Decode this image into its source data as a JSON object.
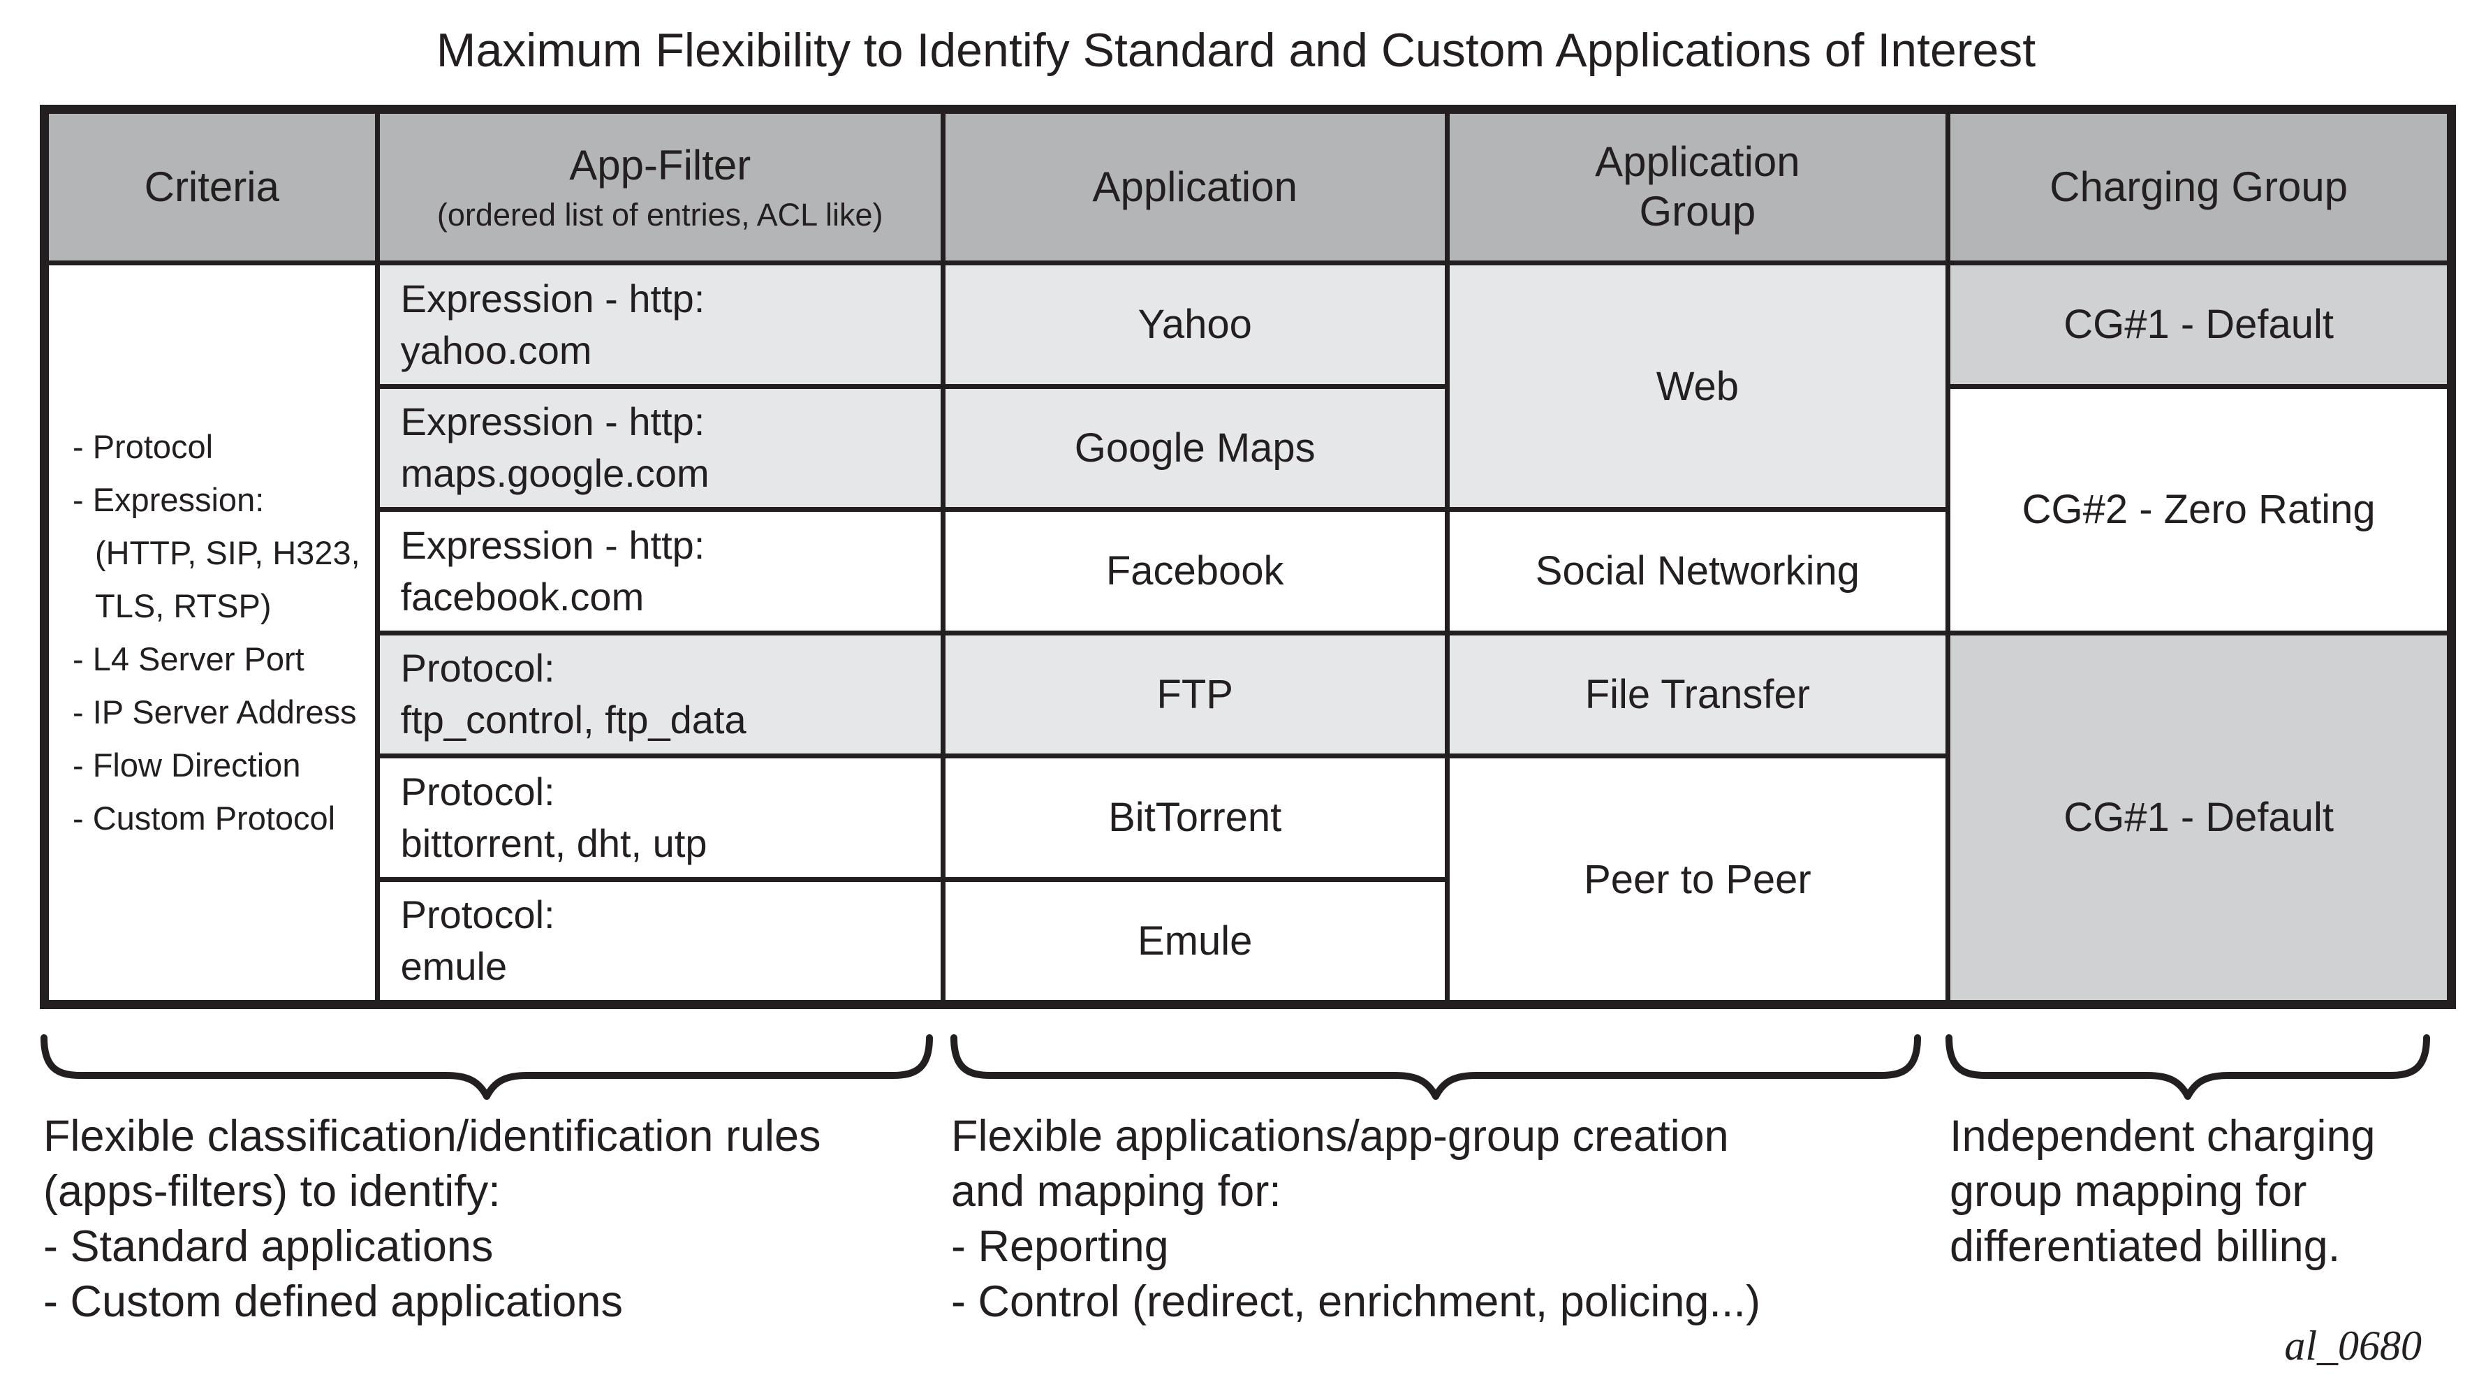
{
  "title": "Maximum Flexibility to Identify Standard and Custom Applications of Interest",
  "table": {
    "headers": {
      "criteria": "Criteria",
      "app_filter": "App-Filter",
      "app_filter_sub": "(ordered list of entries, ACL like)",
      "application": "Application",
      "app_group_line1": "Application",
      "app_group_line2": "Group",
      "charging_group": "Charging Group"
    },
    "criteria_lines": [
      "- Protocol",
      "- Expression:",
      "(HTTP, SIP, H323,",
      "TLS, RTSP)",
      "- L4 Server Port",
      "- IP Server Address",
      "- Flow Direction",
      "- Custom Protocol"
    ],
    "app_filter_rows": [
      {
        "line1": "Expression - http:",
        "line2": "yahoo.com"
      },
      {
        "line1": "Expression - http:",
        "line2": "maps.google.com"
      },
      {
        "line1": "Expression - http:",
        "line2": "facebook.com"
      },
      {
        "line1": "Protocol:",
        "line2": "ftp_control, ftp_data"
      },
      {
        "line1": "Protocol:",
        "line2": "bittorrent, dht, utp"
      },
      {
        "line1": "Protocol:",
        "line2": "emule"
      }
    ],
    "applications": [
      "Yahoo",
      "Google Maps",
      "Facebook",
      "FTP",
      "BitTorrent",
      "Emule"
    ],
    "app_groups": [
      {
        "label": "Web",
        "rows": "1-2"
      },
      {
        "label": "Social Networking",
        "rows": "3"
      },
      {
        "label": "File Transfer",
        "rows": "4"
      },
      {
        "label": "Peer to Peer",
        "rows": "5-6"
      }
    ],
    "charging_groups": [
      {
        "label": "CG#1 - Default",
        "rows": "1"
      },
      {
        "label": "CG#2 - Zero Rating",
        "rows": "2-3"
      },
      {
        "label": "CG#1 - Default",
        "rows": "4-6"
      }
    ]
  },
  "annotations": [
    {
      "lines": [
        "Flexible classification/identification rules",
        "(apps-filters) to identify:",
        "- Standard applications",
        "- Custom defined applications"
      ]
    },
    {
      "lines": [
        "Flexible applications/app-group creation",
        "and mapping for:",
        "- Reporting",
        "- Control (redirect, enrichment, policing...)"
      ]
    },
    {
      "lines": [
        "Independent charging",
        "group mapping for",
        "differentiated billing.",
        ""
      ]
    }
  ],
  "figure_label": "al_0680",
  "colors": {
    "border": "#231f20",
    "text": "#231f20",
    "header_bg": "#b4b5b7",
    "row_light_bg": "#e6e7e9",
    "row_white_bg": "#ffffff",
    "charging_default_bg": "#d0d1d3",
    "page_bg": "#ffffff"
  }
}
